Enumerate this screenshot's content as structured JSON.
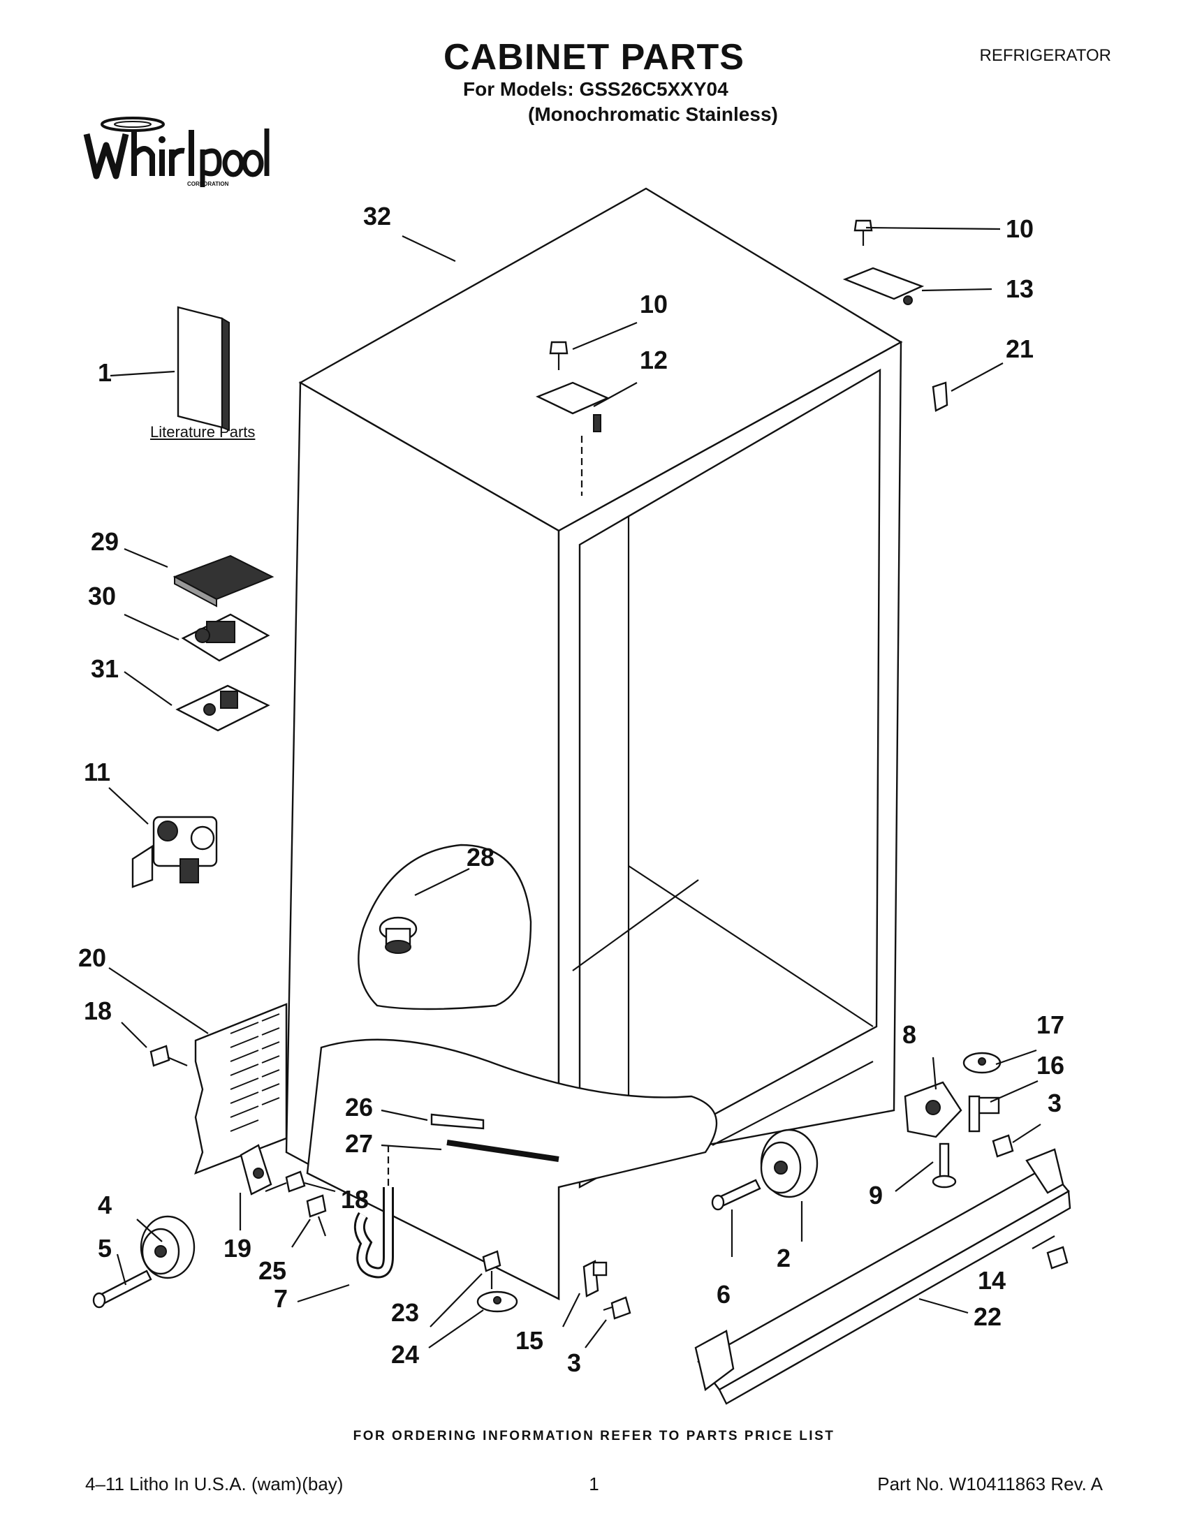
{
  "header": {
    "title": "CABINET PARTS",
    "category": "REFRIGERATOR",
    "models_line": "For Models: GSS26C5XXY04",
    "variant_line": "(Monochromatic Stainless)"
  },
  "logo": {
    "name": "Whirlpool",
    "sub": "CORPORATION"
  },
  "literature_label": "Literature Parts",
  "callouts": [
    "1",
    "2",
    "3",
    "3",
    "4",
    "5",
    "6",
    "7",
    "8",
    "9",
    "10",
    "10",
    "11",
    "12",
    "13",
    "14",
    "15",
    "16",
    "17",
    "18",
    "18",
    "19",
    "20",
    "21",
    "22",
    "23",
    "24",
    "25",
    "26",
    "27",
    "28",
    "29",
    "30",
    "31",
    "32"
  ],
  "footer": {
    "order_note": "FOR ORDERING INFORMATION REFER TO PARTS PRICE LIST",
    "left": "4–11 Litho In U.S.A. (wam)(bay)",
    "center": "1",
    "right": "Part No. W10411863 Rev. A"
  }
}
